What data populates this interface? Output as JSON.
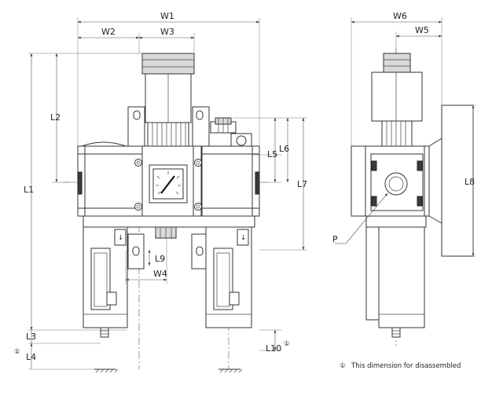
{
  "dimensions": {
    "W1": "W1",
    "W2": "W2",
    "W3": "W3",
    "W4": "W4",
    "W5": "W5",
    "W6": "W6",
    "L1": "L1",
    "L2": "L2",
    "L3": "L3",
    "L4": "L4",
    "L5": "L5",
    "L6": "L6",
    "L7": "L7",
    "L8": "L8",
    "L9": "L9",
    "L10": "L10"
  },
  "port_label": "P",
  "marker": "①",
  "footnote": {
    "marker": "①",
    "text": "This dimension for disassembled"
  },
  "colors": {
    "line": "#333333",
    "fill_grey": "#d9d9d9",
    "fill_dark": "#3a3a3a"
  }
}
